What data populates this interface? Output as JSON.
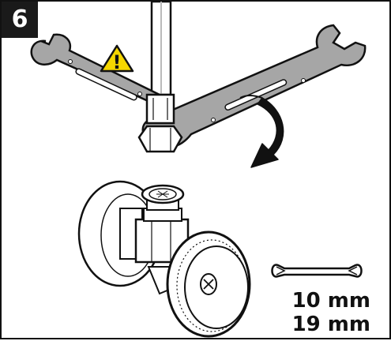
{
  "step": {
    "number": "6"
  },
  "warning": {
    "icon": "warning-triangle-icon",
    "symbol": "!"
  },
  "tool": {
    "icon": "open-end-wrench-icon"
  },
  "wrench_sizes": [
    "10 mm",
    "19 mm"
  ],
  "colors": {
    "badge_bg": "#1a1a1a",
    "warning_fill": "#f5d600",
    "wrench_fill": "#a6a6a6",
    "line": "#111111"
  }
}
